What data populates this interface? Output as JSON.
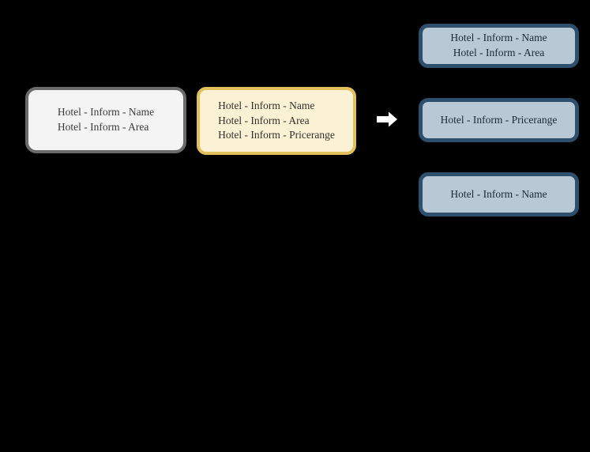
{
  "diagram": {
    "background_color": "#000000",
    "arrow": {
      "icon": "arrow-right-icon",
      "color": "#ffffff",
      "direction": "right"
    },
    "input_nodes": [
      {
        "id": "gray-node",
        "style": "gray",
        "fill_color": "#f4f4f4",
        "border_color": "#6b6b6b",
        "text_color": "#3b3b3b",
        "lines": [
          "Hotel - Inform - Name",
          "Hotel - Inform - Area"
        ]
      },
      {
        "id": "yellow-node",
        "style": "yellow",
        "fill_color": "#fbf1d5",
        "border_color": "#e2c15c",
        "text_color": "#33312c",
        "lines": [
          "Hotel - Inform - Name",
          "Hotel - Inform - Area",
          "Hotel - Inform - Pricerange"
        ]
      }
    ],
    "output_nodes": [
      {
        "id": "blue-node-1",
        "style": "blue",
        "fill_color": "#b8c8d5",
        "border_color": "#2e4f6b",
        "text_color": "#1b2a33",
        "lines": [
          "Hotel - Inform - Name",
          "Hotel - Inform - Area"
        ]
      },
      {
        "id": "blue-node-2",
        "style": "blue",
        "fill_color": "#b8c8d5",
        "border_color": "#2e4f6b",
        "text_color": "#1b2a33",
        "lines": [
          "Hotel - Inform - Pricerange"
        ]
      },
      {
        "id": "blue-node-3",
        "style": "blue",
        "fill_color": "#b8c8d5",
        "border_color": "#2e4f6b",
        "text_color": "#1b2a33",
        "lines": [
          "Hotel - Inform - Name"
        ]
      }
    ]
  }
}
